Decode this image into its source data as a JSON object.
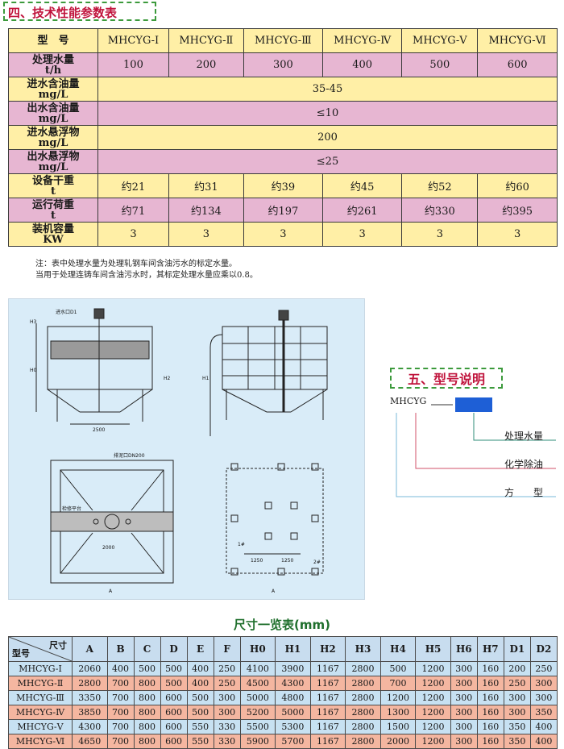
{
  "section4": {
    "title": "四、技术性能参数表"
  },
  "spec": {
    "model_label": "型　号",
    "models": [
      "MHCYG-Ⅰ",
      "MHCYG-Ⅱ",
      "MHCYG-Ⅲ",
      "MHCYG-Ⅳ",
      "MHCYG-Ⅴ",
      "MHCYG-Ⅵ"
    ],
    "rows": [
      {
        "label": "处理水量",
        "unit": "t/h",
        "values": [
          "100",
          "200",
          "300",
          "400",
          "500",
          "600"
        ]
      },
      {
        "label": "进水含油量",
        "unit": "mg/L",
        "merged": "35-45"
      },
      {
        "label": "出水含油量",
        "unit": "mg/L",
        "merged": "≤10"
      },
      {
        "label": "进水悬浮物",
        "unit": "mg/L",
        "merged": "200"
      },
      {
        "label": "出水悬浮物",
        "unit": "mg/L",
        "merged": "≤25"
      },
      {
        "label": "设备干重",
        "unit": "t",
        "values": [
          "约21",
          "约31",
          "约39",
          "约45",
          "约52",
          "约60"
        ]
      },
      {
        "label": "运行荷重",
        "unit": "t",
        "values": [
          "约71",
          "约134",
          "约197",
          "约261",
          "约330",
          "约395"
        ]
      },
      {
        "label": "装机容量",
        "unit": "KW",
        "values": [
          "3",
          "3",
          "3",
          "3",
          "3",
          "3"
        ]
      }
    ]
  },
  "note": {
    "line1": "注：表中处理水量为处理轧钢车间含油污水的标定水量。",
    "line2": "当用于处理连铸车间含油污水时，其标定处理水量应乘以0.8。"
  },
  "drawing_labels": {
    "inlet": "进水口D1",
    "dim_2500": "2500",
    "drain": "排泥口DN200",
    "maint": "检修平台",
    "dim_2000": "2000",
    "dim_1250a": "1250",
    "dim_1250b": "1250",
    "mark1": "1#",
    "mark2": "2#",
    "A": "A",
    "h0": "H0",
    "h1": "H1",
    "h3": "H3",
    "h2": "H2"
  },
  "section5": {
    "title": "五、型号说明",
    "prefix": "MHCYG",
    "legend": [
      "处理水量",
      "化学除油",
      "方　　型"
    ]
  },
  "dims": {
    "title": "尺寸一览表(mm)",
    "corner_top": "尺寸",
    "corner_bottom": "型号",
    "headers": [
      "A",
      "B",
      "C",
      "D",
      "E",
      "F",
      "H0",
      "H1",
      "H2",
      "H3",
      "H4",
      "H5",
      "H6",
      "H7",
      "D1",
      "D2"
    ],
    "rows": [
      {
        "model": "MHCYG-Ⅰ",
        "values": [
          "2060",
          "400",
          "500",
          "500",
          "400",
          "250",
          "4100",
          "3900",
          "1167",
          "2800",
          "500",
          "1200",
          "300",
          "160",
          "200",
          "250"
        ]
      },
      {
        "model": "MHCYG-Ⅱ",
        "values": [
          "2800",
          "700",
          "800",
          "500",
          "400",
          "250",
          "4500",
          "4300",
          "1167",
          "2800",
          "700",
          "1200",
          "300",
          "160",
          "250",
          "300"
        ]
      },
      {
        "model": "MHCYG-Ⅲ",
        "values": [
          "3350",
          "700",
          "800",
          "600",
          "500",
          "300",
          "5000",
          "4800",
          "1167",
          "2800",
          "1200",
          "1200",
          "300",
          "160",
          "300",
          "300"
        ]
      },
      {
        "model": "MHCYG-Ⅳ",
        "values": [
          "3850",
          "700",
          "800",
          "600",
          "500",
          "300",
          "5200",
          "5000",
          "1167",
          "2800",
          "1300",
          "1200",
          "300",
          "160",
          "300",
          "350"
        ]
      },
      {
        "model": "MHCYG-Ⅴ",
        "values": [
          "4300",
          "700",
          "800",
          "600",
          "550",
          "330",
          "5500",
          "5300",
          "1167",
          "2800",
          "1500",
          "1200",
          "300",
          "160",
          "350",
          "400"
        ]
      },
      {
        "model": "MHCYG-Ⅵ",
        "values": [
          "4650",
          "700",
          "800",
          "600",
          "550",
          "330",
          "5900",
          "5700",
          "1167",
          "2800",
          "2000",
          "1200",
          "300",
          "160",
          "350",
          "400"
        ]
      }
    ]
  },
  "colors": {
    "yellow": "#ffefa6",
    "pink": "#e7b6d2",
    "blue_box": "#1e5fd6",
    "red_title": "#c0143c",
    "green_title": "#1f6f2c"
  }
}
